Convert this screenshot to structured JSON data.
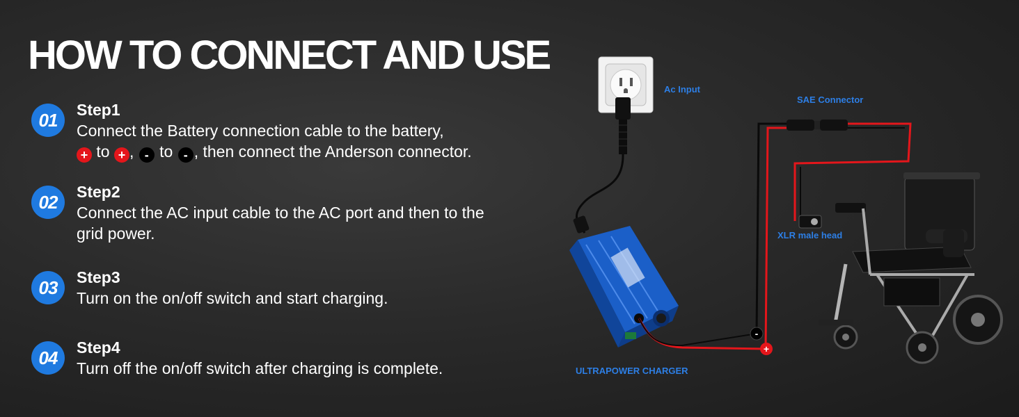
{
  "title": "HOW TO CONNECT AND USE",
  "steps": [
    {
      "num": "01",
      "title": "Step1",
      "line1": "Connect the Battery connection cable to the battery,",
      "to_word_1": "to",
      "comma": ",",
      "to_word_2": "to",
      "line2_end": ", then connect the Anderson connector.",
      "plus_symbol": "+",
      "minus_symbol": "-"
    },
    {
      "num": "02",
      "title": "Step2",
      "line1": "Connect the AC input cable to the AC port and then to the",
      "line2": "grid power."
    },
    {
      "num": "03",
      "title": "Step3",
      "line1": "Turn on the on/off switch and start charging."
    },
    {
      "num": "04",
      "title": "Step4",
      "line1": "Turn off the on/off switch after charging is complete."
    }
  ],
  "diagram": {
    "ac_input_label": "Ac Input",
    "sae_connector_label": "SAE Connector",
    "xlr_label": "XLR male head",
    "charger_label": "ULTRAPOWER CHARGER",
    "minus_symbol": "-",
    "plus_symbol": "+",
    "charger_color": "#1a5fc9",
    "red_wire_color": "#e4161b",
    "black_wire_color": "#0a0a0a"
  }
}
